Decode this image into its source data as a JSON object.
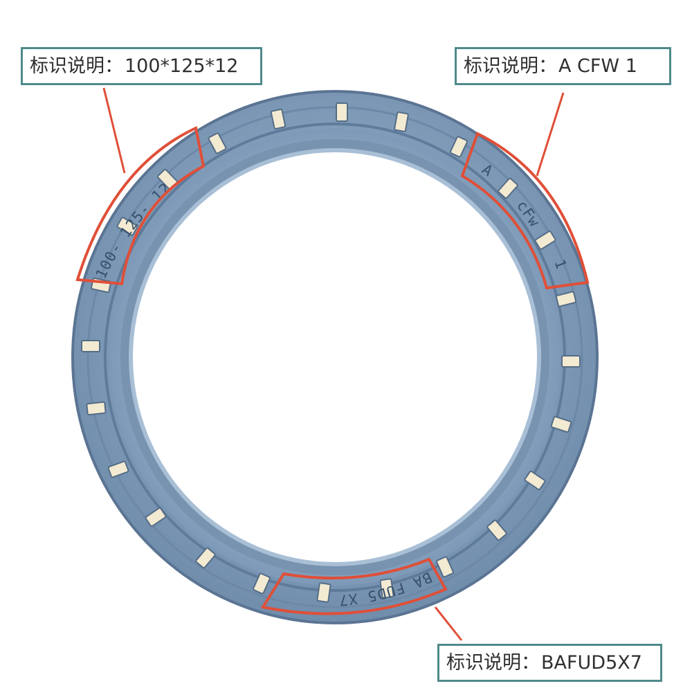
{
  "image": {
    "subject": "oil-seal-ring",
    "colors": {
      "seal_body": "#7f9bb8",
      "seal_inner_lip": "#8ea8c3",
      "seal_edge": "#58718e",
      "spring_window": "#f3ead2",
      "callout_box_border": "#4f8a8b",
      "callout_line": "#e04f38"
    }
  },
  "callouts": [
    {
      "prefix": "标识说明：",
      "value": "100*125*12"
    },
    {
      "prefix": "标识说明：",
      "value": "A CFW 1"
    },
    {
      "prefix": "标识说明：",
      "value": "BAFUD5X7"
    }
  ],
  "seal_markings": {
    "left_arc": "100- 125- 12",
    "right_a": "A",
    "right_cfw": "cFw",
    "right_one": "1",
    "bottom_arc": "BA FUD5 X7"
  }
}
